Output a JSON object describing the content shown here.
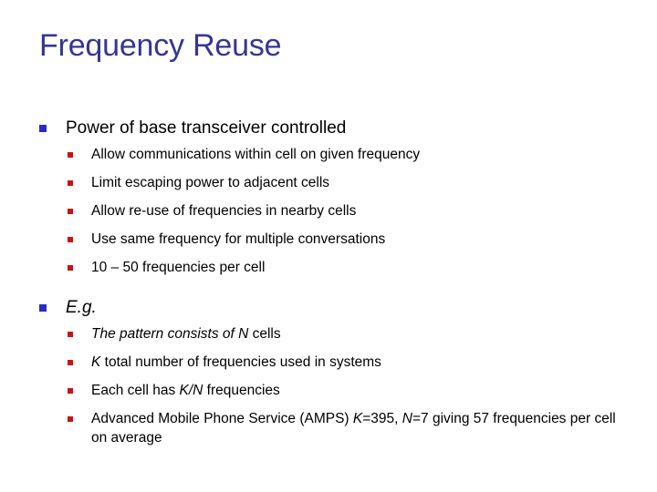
{
  "slide": {
    "title": "Frequency Reuse",
    "title_color": "#363694",
    "background_color": "#ffffff",
    "text_color": "#000000",
    "bullet_level1_color": "#2A2AC8",
    "bullet_level2_color": "#CC1111",
    "bullet_glyph": "square"
  },
  "content": {
    "sections": [
      {
        "heading": "Power of base transceiver controlled",
        "heading_italic": false,
        "items": [
          {
            "text": "Allow communications within cell on given frequency"
          },
          {
            "text": "Limit escaping power to adjacent cells"
          },
          {
            "text": "Allow re-use of frequencies in nearby cells"
          },
          {
            "text": "Use same frequency for multiple conversations"
          },
          {
            "text": "10 – 50 frequencies per cell"
          }
        ]
      },
      {
        "heading": "E.g.",
        "heading_italic": true,
        "items": [
          {
            "text": "The pattern consists of N cells"
          },
          {
            "text": "K total number of frequencies used in systems"
          },
          {
            "text": "Each cell has K/N  frequencies"
          },
          {
            "text": "Advanced Mobile Phone Service (AMPS) K=395, N=7 giving 57 frequencies per cell on average"
          }
        ]
      }
    ]
  },
  "parts": {
    "s1_b1": "Allow communications within cell on given frequency",
    "s1_b2": "Limit escaping power to adjacent cells",
    "s1_b3": "Allow re-use of frequencies in nearby cells",
    "s1_b4": "Use same frequency for multiple conversations",
    "s1_b5": "10 – 50 frequencies per cell",
    "s2_b1_italic": "The pattern consists of N",
    "s2_b1_tail": " cells",
    "s2_b2_italic": "K",
    "s2_b2_tail": " total number of frequencies used in systems",
    "s2_b3_head": "Each cell has ",
    "s2_b3_italic": "K/N",
    "s2_b3_tail": "  frequencies",
    "s2_b4_head": "Advanced Mobile Phone Service (AMPS) ",
    "s2_b4_k": "K",
    "s2_b4_mid1": "=395, ",
    "s2_b4_n": "N",
    "s2_b4_tail": "=7 giving 57 frequencies per cell on average"
  }
}
